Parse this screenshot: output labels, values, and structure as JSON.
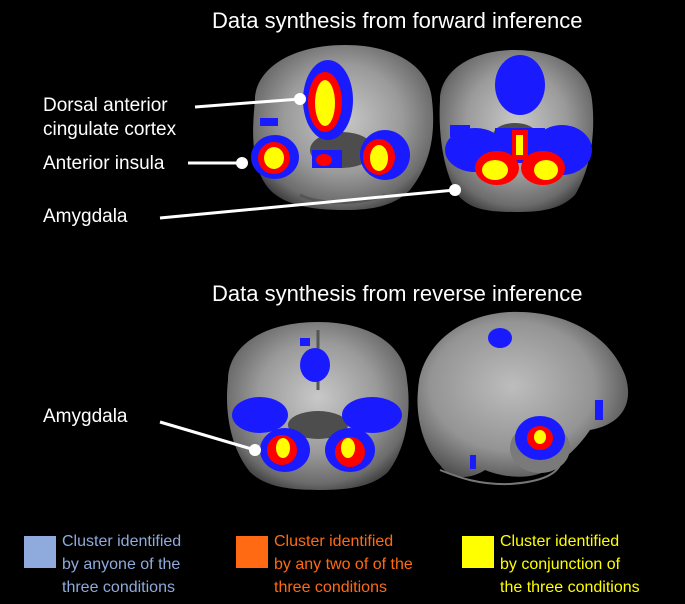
{
  "headings": {
    "forward": "Data synthesis from forward inference",
    "reverse": "Data synthesis from reverse inference"
  },
  "labels": {
    "dacc_line1": "Dorsal anterior",
    "dacc_line2": "cingulate cortex",
    "insula": "Anterior insula",
    "amygdala_top": "Amygdala",
    "amygdala_bottom": "Amygdala"
  },
  "legend": [
    {
      "color": "#8faadc",
      "text_color": "#8faadc",
      "line1": "Cluster identified",
      "line2": "by anyone of the",
      "line3": "three conditions"
    },
    {
      "color": "#ff6a13",
      "text_color": "#ff6a13",
      "line1": "Cluster identified",
      "line2": "by any two of of the",
      "line3": "three conditions"
    },
    {
      "color": "#ffff00",
      "text_color": "#ffff00",
      "line1": "Cluster identified",
      "line2": "by conjunction  of",
      "line3": "the three conditions"
    }
  ],
  "colors": {
    "background": "#000000",
    "cluster_blue": "#1a1aff",
    "cluster_red": "#ff0000",
    "cluster_yellow": "#ffff00",
    "brain_gray": "#9a9a9a"
  }
}
